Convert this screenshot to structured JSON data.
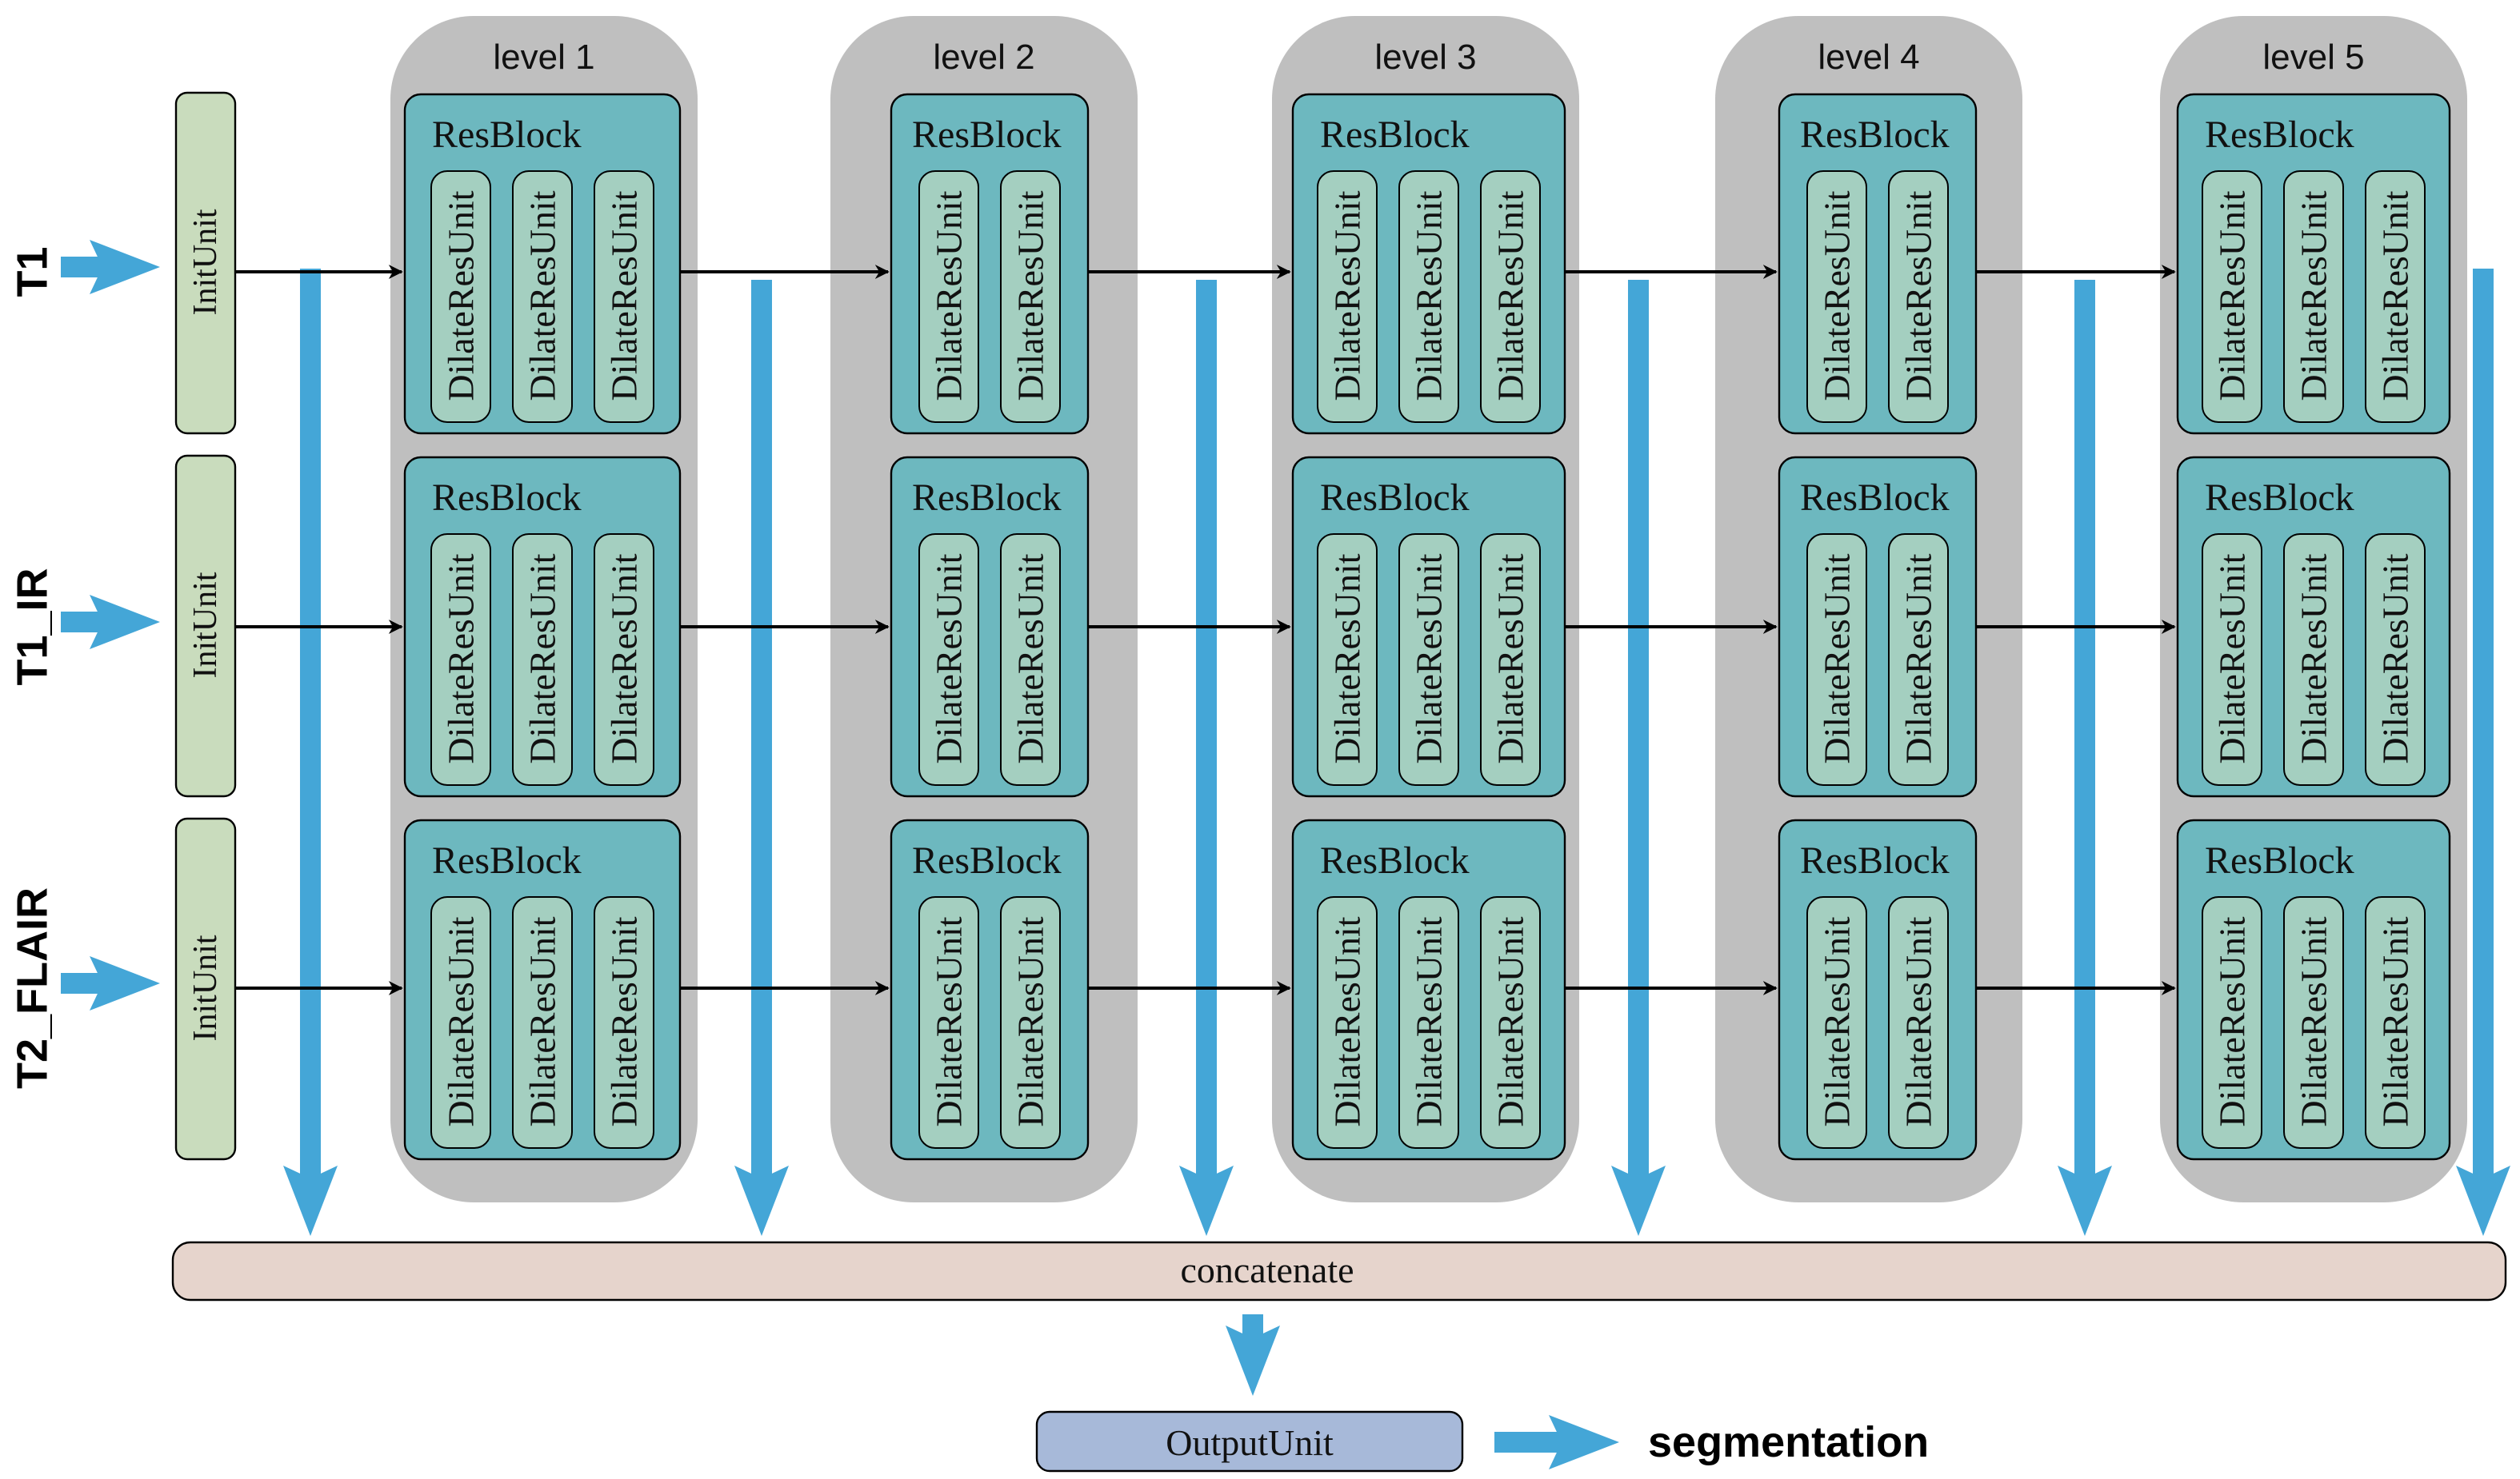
{
  "inputs": [
    {
      "label": "T1"
    },
    {
      "label": "T1_IR"
    },
    {
      "label": "T2_FLAIR"
    }
  ],
  "init_unit_label": "InitUnit",
  "levels": [
    {
      "label": "level 1",
      "units": 3
    },
    {
      "label": "level 2",
      "units": 2
    },
    {
      "label": "level 3",
      "units": 3
    },
    {
      "label": "level 4",
      "units": 2
    },
    {
      "label": "level 5",
      "units": 3
    }
  ],
  "resblock_label": "ResBlock",
  "unit_label": "DilateResUnit",
  "concat_label": "concatenate",
  "output_unit_label": "OutputUnit",
  "output_label": "segmentation",
  "colors": {
    "level_bg": "#bfbfbf",
    "resblock": "#6db8bf",
    "dilate_unit": "#a4cfc0",
    "init_unit": "#c9dcbd",
    "concat": "#e6d4cc",
    "output_unit": "#a7b9d9",
    "arrow_blue": "#44a6d7",
    "arrow_black": "#000000"
  }
}
